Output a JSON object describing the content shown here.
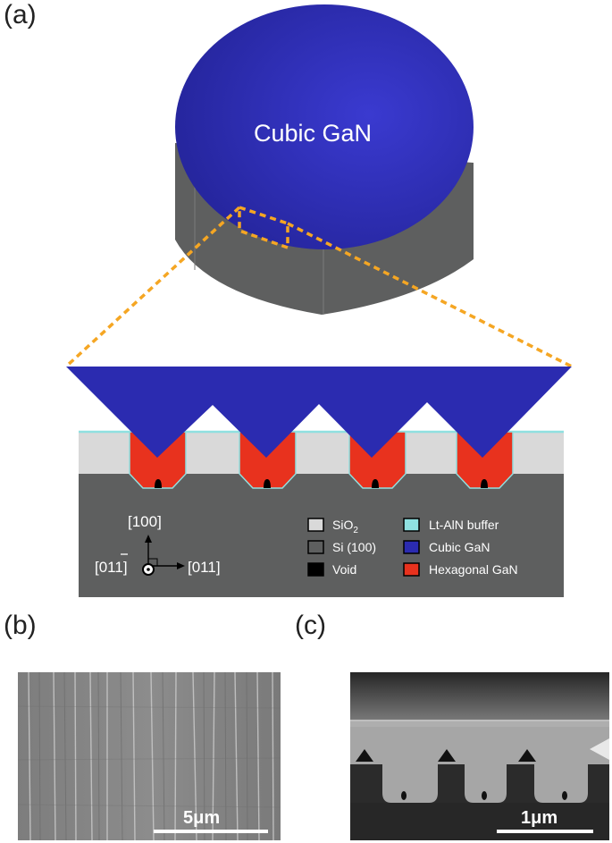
{
  "panels": {
    "a": "(a)",
    "b": "(b)",
    "c": "(c)"
  },
  "wafer": {
    "label": "Cubic GaN"
  },
  "axes": {
    "up": "[100]",
    "right": "[011]",
    "out": "[011]"
  },
  "legend": [
    {
      "key": "sio2",
      "text": "SiO",
      "sub": "2",
      "color": "#d9d9d9"
    },
    {
      "key": "si",
      "text": "Si (100)",
      "sub": "",
      "color": "#5e5f5f"
    },
    {
      "key": "void",
      "text": "Void",
      "sub": "",
      "color": "#000000"
    },
    {
      "key": "aln",
      "text": "Lt-AlN buffer",
      "sub": "",
      "color": "#8fe0e0"
    },
    {
      "key": "cgan",
      "text": "Cubic GaN",
      "sub": "",
      "color": "#2b2bb0"
    },
    {
      "key": "hgan",
      "text": "Hexagonal GaN",
      "sub": "",
      "color": "#e8321e"
    }
  ],
  "scalebars": {
    "b": "5μm",
    "c": "1μm"
  },
  "colors": {
    "cubic": "#2b2bb0",
    "hex": "#e8321e",
    "si": "#5e5f5f",
    "sio2": "#d9d9d9",
    "zoom": "#f5a623"
  }
}
